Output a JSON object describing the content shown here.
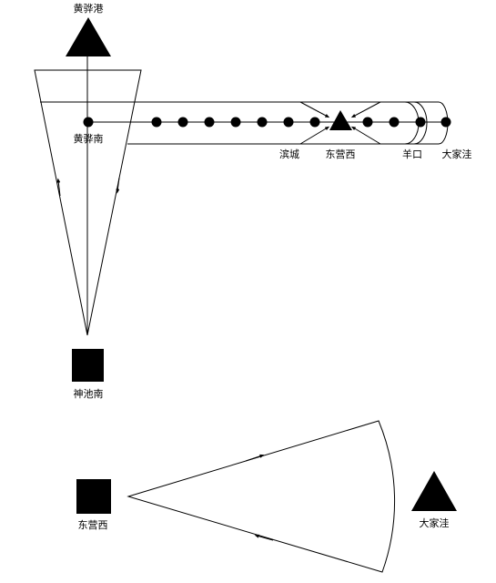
{
  "labels": {
    "huanghuagang": "黄骅港",
    "huanghuanan": "黄骅南",
    "binzhen": "滨城",
    "dongyingxi_top": "东营西",
    "yangkou": "羊口",
    "dajiawa_top": "大家洼",
    "shenchinan": "神池南",
    "dongyingxi_bottom": "东营西",
    "dajiawa_bottom": "大家洼"
  },
  "icons": {
    "port_marker": "triangle-icon",
    "mine_marker": "square-icon",
    "station_marker": "circle-icon",
    "direction_marker": "arrow-icon"
  },
  "colors": {
    "line": "#000000",
    "fill": "#000000",
    "background": "#ffffff"
  }
}
